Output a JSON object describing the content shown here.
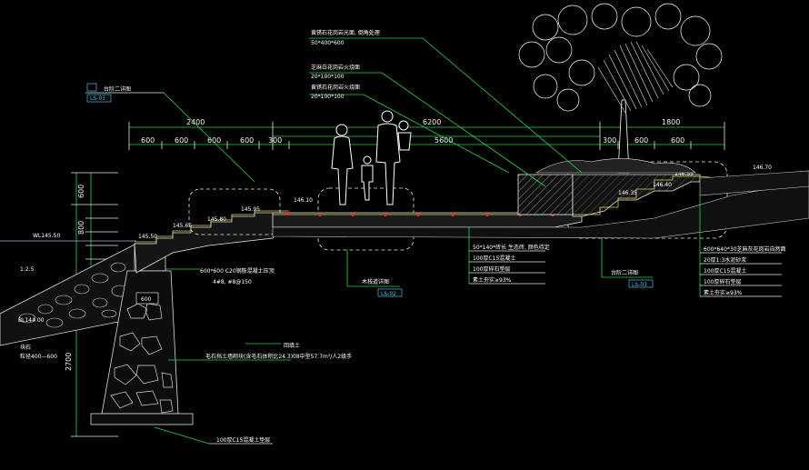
{
  "dimensions": {
    "overall": [
      "2400",
      "6200",
      "1800"
    ],
    "top_row": [
      "600",
      "600",
      "600",
      "600",
      "300",
      "300",
      "600",
      "600"
    ],
    "middle": "5600",
    "left_vertical": [
      "600",
      "800",
      "2700"
    ]
  },
  "elevations": {
    "water": "WL145.50",
    "e14550": "145.50",
    "e14565": "145.65",
    "e14580": "145.80",
    "e14595": "145.95",
    "e14610": "146.10",
    "e14635": "146.35",
    "e14640": "146.40",
    "e14655": "146.55",
    "e14670": "146.70",
    "bottom": "BL144.00"
  },
  "annotations": {
    "top1": "黄锈石花岗岩光面, 倒角处理",
    "top1_size": "50*400*600",
    "top2": "芝麻白花岗岩火烧面",
    "top2_size": "20*100*100",
    "top3": "黄锈石花岗岩火烧面",
    "top3_size": "20*100*100",
    "pave1": "50*140*砖长 生态砖, 颜色待定",
    "pave2": "100厚C15混凝土",
    "pave3": "100厚碎石垫层",
    "pave4": "素土夯实≥93%",
    "right1": "600*640*30芝麻灰花岗岩自然面",
    "right2": "20厚1:3水泥砂浆",
    "right3": "100厚C15混凝土",
    "right4": "100厚碎石垫层",
    "right5": "素土夯实≥93%",
    "coping": "600*600 C20钢筋混凝土压顶",
    "rebar": "4#8, #8@150",
    "wall_note": "毛石挡土墙砌块(含毛石体积比24.3)08中型57.7m³/人2级手",
    "backfill": "回填土",
    "left_stone": "块石",
    "left_stone_size": "粒径400—600",
    "slope": "1:2.5",
    "bottom_base": "100厚C15混凝土垫层",
    "wall_width": "600"
  },
  "refs": {
    "ref1_text": "台阶二详图",
    "ref1_code": "LS-03",
    "ref2_text": "木栈道详图",
    "ref2_code": "LS-02",
    "ref3_text": "台阶二详图",
    "ref3_code": "LS-03"
  },
  "colors": {
    "background": "#000000",
    "green": "#27d64a",
    "white": "#e8e8e8",
    "yellow": "#e6d64a",
    "cyan": "#3fc4f0",
    "red": "#e03030"
  }
}
